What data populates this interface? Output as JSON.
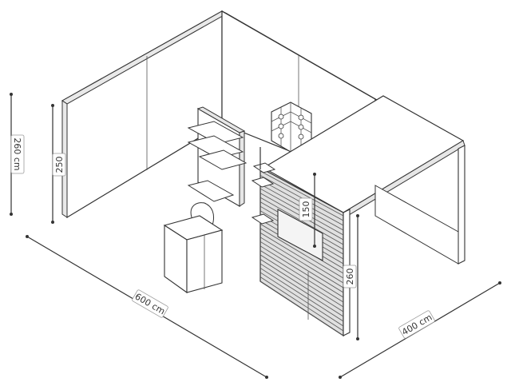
{
  "labels": {
    "overall_height": "260 cm",
    "back_wall_height": "250",
    "screen_height": "150",
    "front_height": "260",
    "width": "600 cm",
    "depth": "400 cm"
  },
  "colors": {
    "line": "#333333",
    "panel_fill": "#ffffff",
    "slat_fill": "#d9d9d9",
    "screen_fill": "#f2f2f2"
  }
}
